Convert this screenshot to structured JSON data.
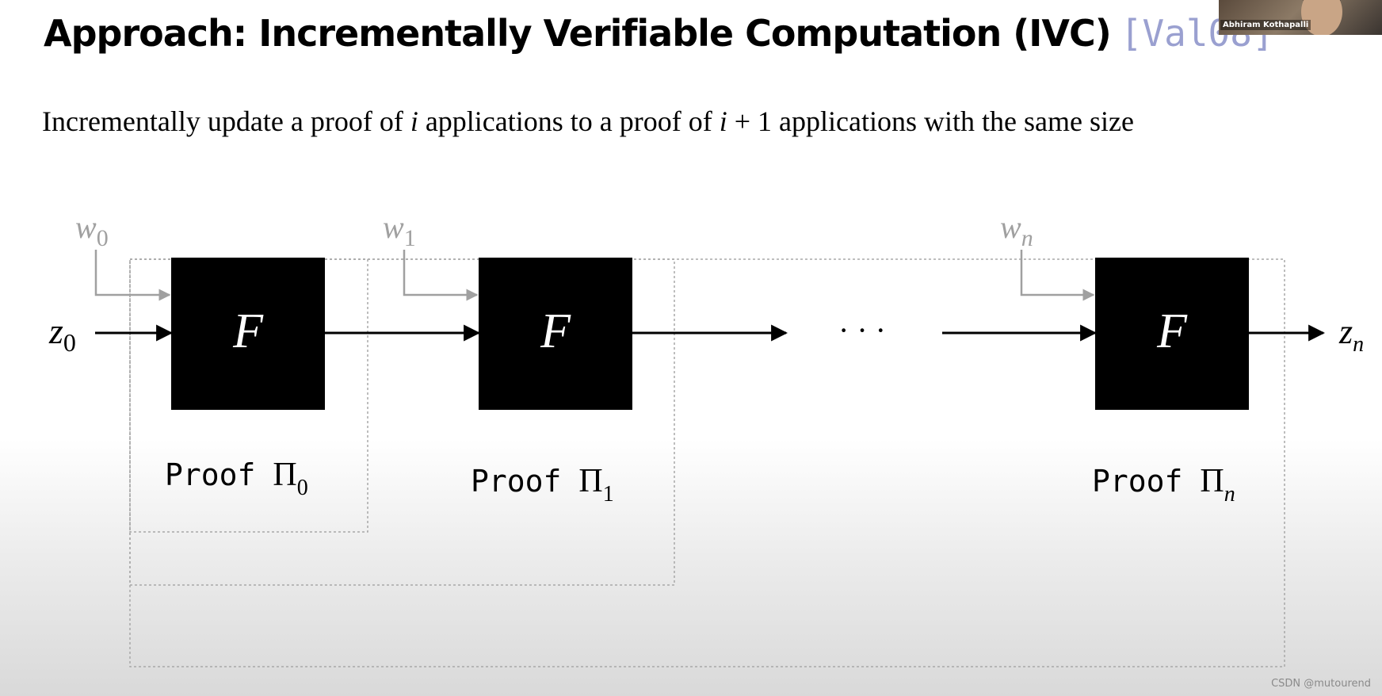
{
  "slide": {
    "title": "Approach: Incrementally Verifiable Computation (IVC)",
    "citation": "[Val08]",
    "subtitle": {
      "before_i": "Incrementally update a proof of ",
      "var_i": "i",
      "middle": " applications to a proof of ",
      "var_i2": "i",
      "after": " + 1 applications with the same size"
    }
  },
  "diagram": {
    "input": {
      "base": "z",
      "sub": "0"
    },
    "output": {
      "base": "z",
      "sub": "n"
    },
    "ellipsis": "· · ·",
    "stages": [
      {
        "witness_base": "w",
        "witness_sub": "0",
        "box_label": "F",
        "proof_text": "Proof",
        "pi": "Π",
        "proof_sub": "0"
      },
      {
        "witness_base": "w",
        "witness_sub": "1",
        "box_label": "F",
        "proof_text": "Proof",
        "pi": "Π",
        "proof_sub": "1"
      },
      {
        "witness_base": "w",
        "witness_sub": "n",
        "box_label": "F",
        "proof_text": "Proof",
        "pi": "Π",
        "proof_sub": "n"
      }
    ],
    "colors": {
      "box": "#000000",
      "box_text": "#ffffff",
      "witness": "#a0a0a0",
      "dotted": "#a8a8a8"
    }
  },
  "overlay": {
    "presenter_name": "Abhiram Kothapalli",
    "watermark": "CSDN @mutourend"
  }
}
